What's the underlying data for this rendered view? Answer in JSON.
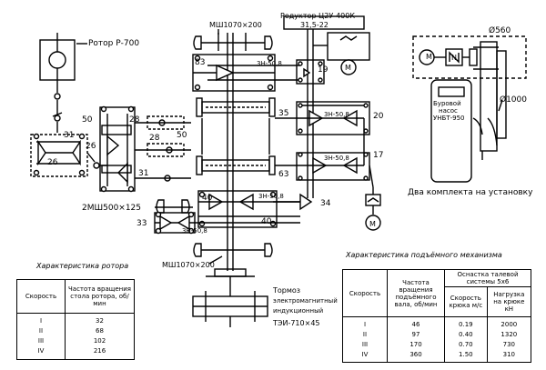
{
  "labels": {
    "rotor": "Ротор Р-700",
    "clutch_top": "МШ1070×200",
    "gearbox": "Редуктор Ц2У-400К-",
    "gearbox_model": "31,5-22",
    "clutch_bottom": "МШ1070×200",
    "clutch_small": "2МШ500×125",
    "sheave": "Ø560",
    "drum": "Ø1000",
    "pump_line1": "Буровой",
    "pump_line2": "насос",
    "pump_line3": "УНБТ-950",
    "two_sets": "Два комплекта на установку",
    "brake_line1": "Тормоз",
    "brake_line2": "электромагнитный",
    "brake_line3": "индукционный",
    "brake_line4": "ТЭИ-710×45",
    "motor": "M",
    "belt_ratio": "N"
  },
  "chains": {
    "c1": "3Н-50,8",
    "c2": "3Н-50,8",
    "c3": "3Н-50,8",
    "c4": "3Н-50,8",
    "c5": "3Н-50,8"
  },
  "gears": {
    "g83": "83",
    "g19": "19",
    "g35": "35",
    "g20": "20",
    "g63": "63",
    "g17": "17",
    "g28a": "28",
    "g28b": "28",
    "g50a": "50",
    "g50b": "50",
    "g31a": "31",
    "g31b": "31",
    "g26a": "26",
    "g26b": "26",
    "g40a": "40",
    "g40b": "40",
    "g34": "34",
    "g33": "33"
  },
  "rotor_char": {
    "title": "Характеристика ротора",
    "col_speed": "Скорость",
    "col_freq": "Частота вращения стола ротора, об/мин",
    "rows": [
      {
        "speed": "I",
        "freq": "32"
      },
      {
        "speed": "II",
        "freq": "68"
      },
      {
        "speed": "III",
        "freq": "102"
      },
      {
        "speed": "IV",
        "freq": "216"
      }
    ]
  },
  "lift_char": {
    "title": "Характеристика подъёмного механизма",
    "col_speed": "Скорость",
    "col_freq": "Частота вращения подъёмного вала, об/мин",
    "col_group": "Оснастка талевой системы 5х6",
    "col_hook_speed": "Скорость крюка м/с",
    "col_load": "Нагрузка на крюке кН",
    "rows": [
      {
        "speed": "I",
        "freq": "46",
        "v": "0.19",
        "load": "2000"
      },
      {
        "speed": "II",
        "freq": "97",
        "v": "0.40",
        "load": "1320"
      },
      {
        "speed": "III",
        "freq": "170",
        "v": "0.70",
        "load": "730"
      },
      {
        "speed": "IV",
        "freq": "360",
        "v": "1.50",
        "load": "310"
      }
    ]
  }
}
